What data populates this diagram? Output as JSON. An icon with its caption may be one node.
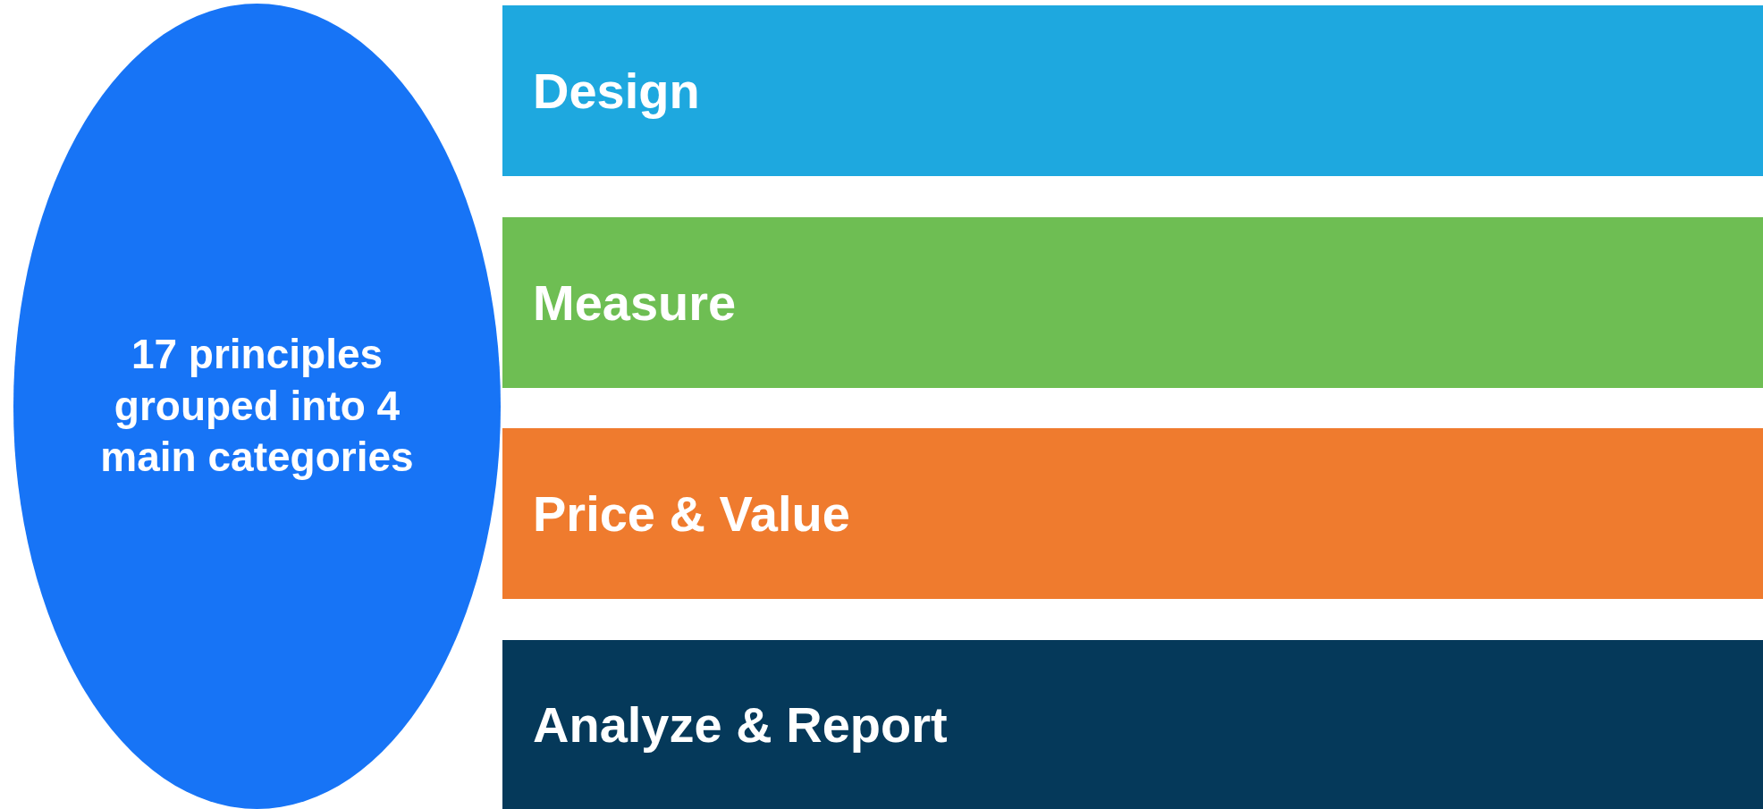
{
  "diagram": {
    "nodes": [
      {
        "text": [
          "17 principles grouped into 4 main categories"
        ]
      },
      {
        "text": [
          "Design"
        ]
      },
      {
        "text": [
          "Measure"
        ]
      },
      {
        "text": [
          "Price & Value"
        ]
      },
      {
        "text": [
          "Analyze & Report"
        ]
      }
    ]
  }
}
